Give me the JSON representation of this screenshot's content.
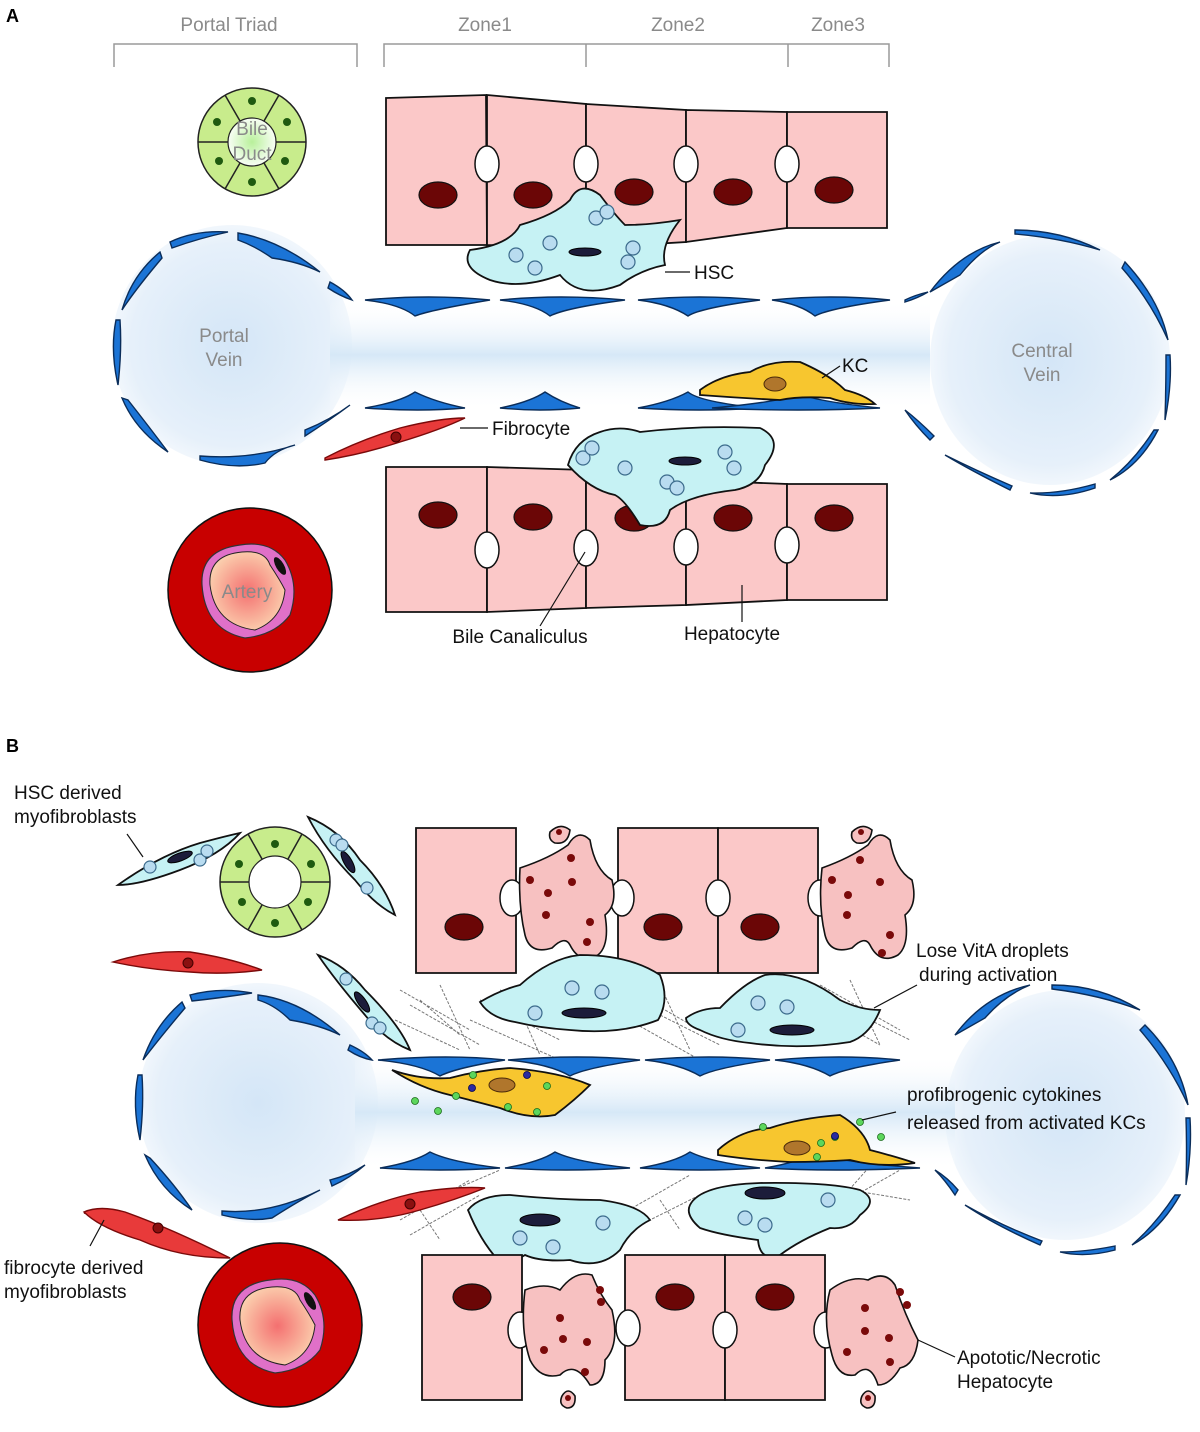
{
  "figure": {
    "panel_a": {
      "letter": "A",
      "brackets": {
        "portal_triad": "Portal Triad",
        "zone1": "Zone1",
        "zone2": "Zone2",
        "zone3": "Zone3"
      },
      "structures": {
        "bile_duct_line1": "Bile",
        "bile_duct_line2": "Duct",
        "portal_vein_line1": "Portal",
        "portal_vein_line2": "Vein",
        "central_vein_line1": "Central",
        "central_vein_line2": "Vein",
        "artery": "Artery"
      },
      "callouts": {
        "hsc": "HSC",
        "kc": "KC",
        "fibrocyte": "Fibrocyte",
        "bile_canaliculus": "Bile Canaliculus",
        "hepatocyte": "Hepatocyte"
      }
    },
    "panel_b": {
      "letter": "B",
      "callouts": {
        "hsc_myofib_line1": "HSC derived",
        "hsc_myofib_line2": "myofibroblasts",
        "vita_line1": "Lose VitA droplets",
        "vita_line2": "during activation",
        "cytokines_line1": "profibrogenic cytokines",
        "cytokines_line2": "released from activated KCs",
        "fib_myofib_line1": "fibrocyte derived",
        "fib_myofib_line2": "myofibroblasts",
        "apoptotic_line1": "Apototic/Necrotic",
        "apoptotic_line2": "Hepatocyte"
      }
    },
    "colors": {
      "hepatocyte": "#fbc8c8",
      "nucleus": "#6b0606",
      "hsc": "#c6f2f4",
      "endothelium": "#1b74d6",
      "kupffer": "#f7c62f",
      "fibrocyte": "#e83a3a",
      "bile_duct": "#c8ec8c",
      "artery": "#c80000",
      "vessel_lumen": "#dcebf8"
    }
  }
}
